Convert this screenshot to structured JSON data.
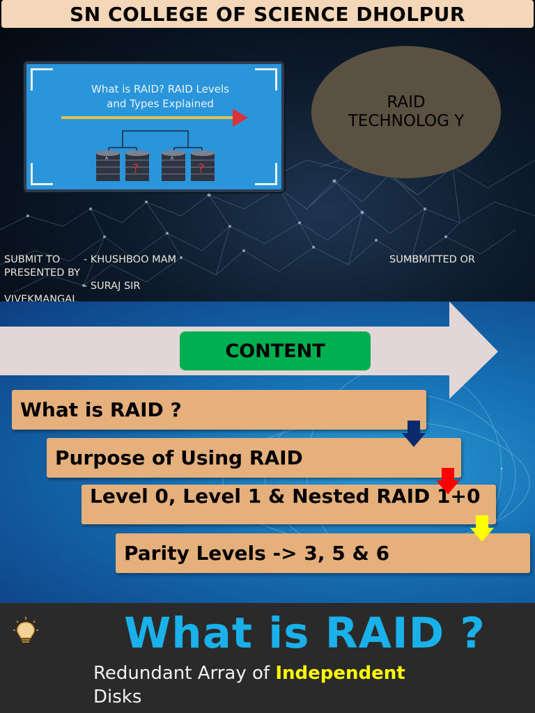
{
  "slide1": {
    "title": "SN COLLEGE OF SCIENCE DHOLPUR",
    "thumbnail": {
      "line1": "What is RAID? RAID Levels",
      "line2": "and Types Explained",
      "missing_mark": "?",
      "disk_label": "A"
    },
    "oval_text": "RAID TECHNOLOG Y",
    "submit_to_label": "SUBMIT TO",
    "submit_to_name": "- KHUSHBOO MAM",
    "submitted_or": "SUMBMITTED OR",
    "presented_by": "PRESENTED BY",
    "second_name": "- SURAJ SIR",
    "presenter": "VIVEKMANGAL"
  },
  "slide2": {
    "heading": "CONTENT",
    "items": [
      "What is RAID ?",
      "Purpose of Using RAID",
      "Level 0, Level 1 & Nested RAID 1+0",
      "Parity Levels -> 3, 5 & 6"
    ],
    "colors": {
      "marker1": "#0b2a6e",
      "marker2": "#ff0000",
      "marker3": "#ffff00",
      "button": "#00b050",
      "item_fill": "#e6b07d"
    }
  },
  "slide3": {
    "icon": "lightbulb-icon",
    "title": "What is RAID ?",
    "body_prefix": "Redundant Array of ",
    "body_highlight": "Independent",
    "body_suffix": "Disks"
  }
}
